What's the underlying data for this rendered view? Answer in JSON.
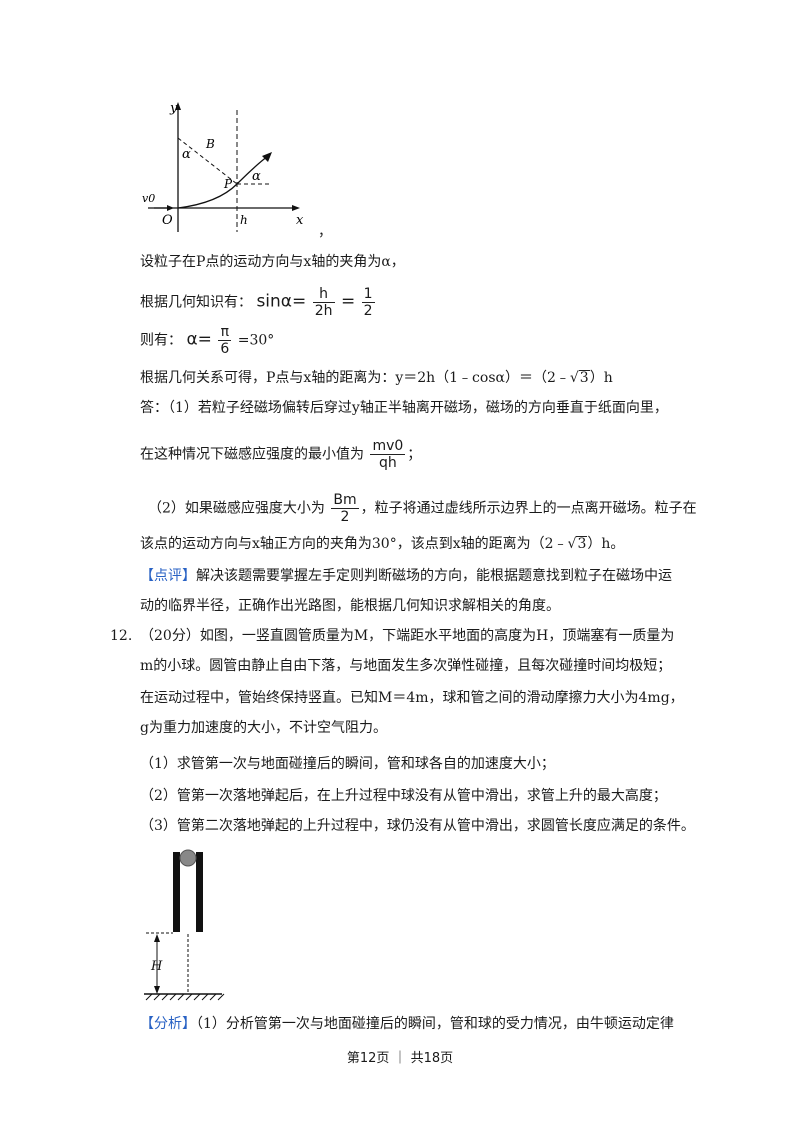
{
  "fig1": {
    "label_y": "y",
    "label_x": "x",
    "label_O": "O",
    "label_v0": "v0",
    "label_B": "B",
    "label_P": "P",
    "label_h": "h",
    "label_alpha1": "α",
    "label_alpha2": "α",
    "trailing_comma": "，"
  },
  "para1": "设粒子在P点的运动方向与x轴的夹角为α，",
  "para2_prefix": "根据几何知识有：",
  "eq1": {
    "lhs": "sinα",
    "eq": "=",
    "num": "h",
    "den": "2h",
    "eq2": "=",
    "num2": "1",
    "den2": "2"
  },
  "para3_prefix": "则有：",
  "eq2": {
    "lhs": "α",
    "eq": "=",
    "num": "π",
    "den": "6",
    "rhs": "=30°"
  },
  "para4": {
    "text": "根据几何关系可得，P点与x轴的距离为：y＝2h（1﹣cosα）＝（2﹣",
    "sqrt": "3",
    "tail": "）h"
  },
  "ans1": "答：（1）若粒子经磁场偏转后穿过y轴正半轴离开磁场，磁场的方向垂直于纸面向里，",
  "ans1b": {
    "text": "在这种情况下磁感应强度的最小值为",
    "num": "mv0",
    "den": "qh",
    "tail": "；"
  },
  "ans2": {
    "text": "（2）如果磁感应强度大小为",
    "num": "Bm",
    "den": "2",
    "tail": "，粒子将通过虚线所示边界上的一点离开磁场。粒子在"
  },
  "ans2b": {
    "text": "该点的运动方向与x轴正方向的夹角为30°，该点到x轴的距离为（2﹣",
    "sqrt": "3",
    "tail": "）h。"
  },
  "review": {
    "tag": "【点评】",
    "text": "解决该题需要掌握左手定则判断磁场的方向，能根据题意找到粒子在磁场中运"
  },
  "review2": "动的临界半径，正确作出光路图，能根据几何知识求解相关的角度。",
  "q12": {
    "num": "12.",
    "line1": "（20分）如图，一竖直圆管质量为M，下端距水平地面的高度为H，顶端塞有一质量为",
    "line2": "m的小球。圆管由静止自由下落，与地面发生多次弹性碰撞，且每次碰撞时间均极短；",
    "line3": "在运动过程中，管始终保持竖直。已知M＝4m，球和管之间的滑动摩擦力大小为4mg，",
    "line4": "g为重力加速度的大小，不计空气阻力。",
    "sub1": "（1）求管第一次与地面碰撞后的瞬间，管和球各自的加速度大小；",
    "sub2": "（2）管第一次落地弹起后，在上升过程中球没有从管中滑出，求管上升的最大高度；",
    "sub3": "（3）管第二次落地弹起的上升过程中，球仍没有从管中滑出，求圆管长度应满足的条件。"
  },
  "fig2": {
    "label_H": "H"
  },
  "analysis": {
    "tag": "【分析】",
    "text": "（1）分析管第一次与地面碰撞后的瞬间，管和球的受力情况，由牛顿运动定律"
  },
  "footer": "第12页 ｜ 共18页"
}
